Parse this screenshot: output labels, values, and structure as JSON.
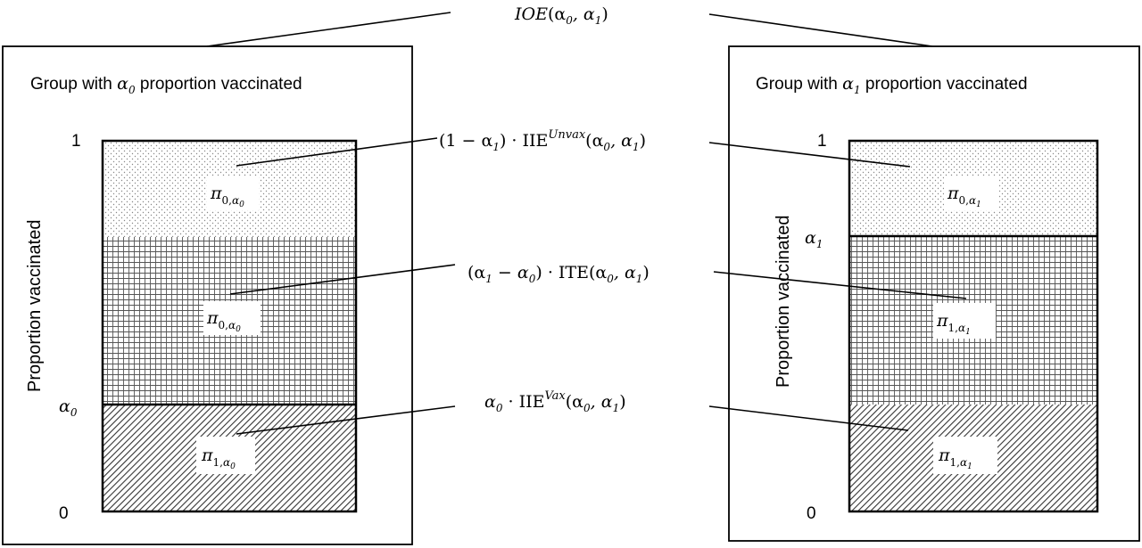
{
  "top_label": {
    "main": "IOE",
    "args": "(α",
    "sub0": "0",
    "mid": ", α",
    "sub1": "1",
    "close": ")"
  },
  "left_group": {
    "title_pre": "Group with ",
    "alpha": "α",
    "alpha_sub": "0",
    "title_post": " proportion vaccinated",
    "ylabel": "Proportion vaccinated",
    "tick_top": "1",
    "tick_alpha": "α",
    "tick_alpha_sub": "0",
    "tick_bottom": "0",
    "labels": [
      {
        "pi": "π",
        "sub": "0,",
        "subalpha": "α",
        "subsub": "0"
      },
      {
        "pi": "π",
        "sub": "0,",
        "subalpha": "α",
        "subsub": "0"
      },
      {
        "pi": "π",
        "sub": "1,",
        "subalpha": "α",
        "subsub": "0"
      }
    ]
  },
  "right_group": {
    "title_pre": "Group with ",
    "alpha": "α",
    "alpha_sub": "1",
    "title_post": " proportion vaccinated",
    "ylabel": "Proportion vaccinated",
    "tick_top": "1",
    "tick_alpha": "α",
    "tick_alpha_sub": "1",
    "tick_bottom": "0",
    "labels": [
      {
        "pi": "π",
        "sub": "0,",
        "subalpha": "α",
        "subsub": "1"
      },
      {
        "pi": "π",
        "sub": "1,",
        "subalpha": "α",
        "subsub": "1"
      },
      {
        "pi": "π",
        "sub": "1,",
        "subalpha": "α",
        "subsub": "1"
      }
    ]
  },
  "effects": {
    "unvax": {
      "coef": "(1 − α",
      "coef_sub": "1",
      "coef_close": ") · IIE",
      "sup": "Unvax",
      "args": "(α",
      "a0": "0",
      "mid": ", α",
      "a1": "1",
      "close": ")"
    },
    "ite": {
      "coef": "(α",
      "coef_sub1": "1",
      "minus": " − α",
      "coef_sub0": "0",
      "coef_close": ") · ITE",
      "args": "(α",
      "a0": "0",
      "mid": ", α",
      "a1": "1",
      "close": ")"
    },
    "vax": {
      "coef": "α",
      "coef_sub": "0",
      "dot": " · IIE",
      "sup": "Vax",
      "args": "(α",
      "a0": "0",
      "mid": ", α",
      "a1": "1",
      "close": ")"
    }
  }
}
